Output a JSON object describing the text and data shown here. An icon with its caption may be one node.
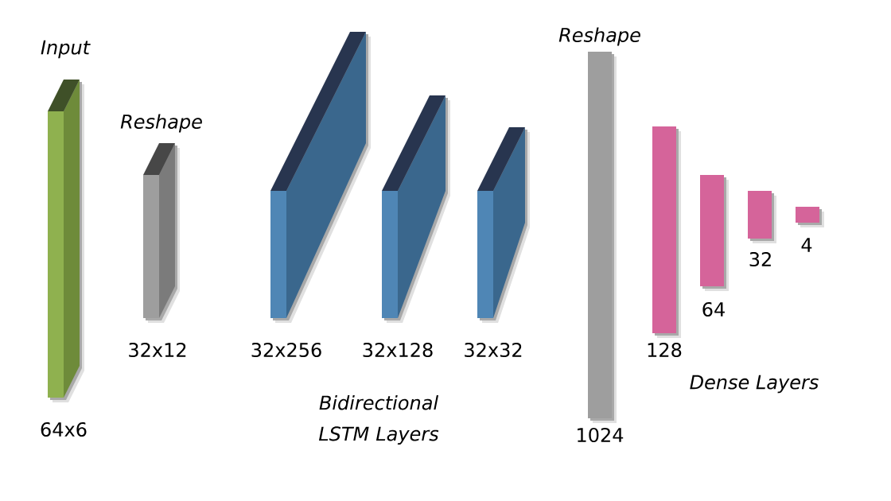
{
  "diagram": {
    "nodes": [
      {
        "text": [
          "Input"
        ],
        "beside": [
          "64x6"
        ]
      },
      {
        "text": [
          "Reshape"
        ],
        "beside": [
          "32x12"
        ]
      },
      {
        "text": [],
        "shape": "box",
        "beside": [
          "32x256"
        ]
      },
      {
        "text": [],
        "shape": "box",
        "beside": [
          "32x128"
        ]
      },
      {
        "text": [],
        "shape": "box",
        "beside": [
          "32x32"
        ]
      },
      {
        "text": [
          "Reshape"
        ],
        "beside": [
          "1024"
        ]
      },
      {
        "text": [],
        "shape": "bar",
        "beside": [
          "128"
        ]
      },
      {
        "text": [],
        "shape": "bar",
        "beside": [
          "64"
        ]
      },
      {
        "text": [],
        "shape": "bar",
        "beside": [
          "32"
        ]
      },
      {
        "text": [],
        "shape": "bar",
        "beside": [
          "4"
        ]
      }
    ],
    "labels": [
      "Bidirectional LSTM Layers",
      "Dense Layers"
    ]
  }
}
